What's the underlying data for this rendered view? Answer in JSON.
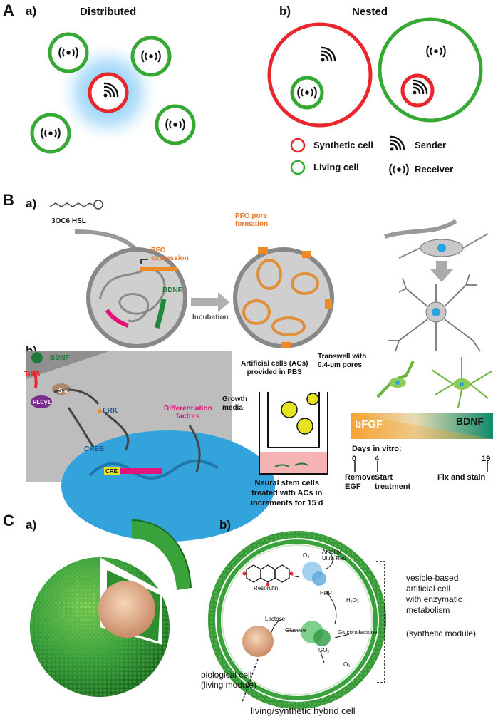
{
  "panel_a": {
    "letter": "A",
    "sub_a": "a)",
    "sub_a_title": "Distributed",
    "sub_b": "b)",
    "sub_b_title": "Nested",
    "legend": {
      "synthetic": "Synthetic cell",
      "living": "Living cell",
      "sender": "Sender",
      "receiver": "Receiver"
    },
    "colors": {
      "synthetic": "#e8262b",
      "living": "#36a935",
      "glow": "#6ec6f5"
    }
  },
  "panel_b": {
    "letter": "B",
    "sub_a": "a)",
    "hsl_label": "3OC6 HSL",
    "pfo_expression": "PFO\nexpression",
    "bdnf": "BDNF",
    "incubation": "Incubation",
    "pfo_pore": "PFO pore\nformation",
    "sub_b": "b)",
    "signal": {
      "bdnf": "BDNF",
      "trkb": "TrkB",
      "shc": "Shc",
      "plcy1": "PLCγ1",
      "erk": "ERK",
      "creb": "CREB",
      "cre": "CRE",
      "diff_factors": "Differentiation\nfactors"
    },
    "transwell": {
      "acs": "Artificial cells (ACs)\nprovided in PBS",
      "pores": "Transwell with\n0.4-µm pores",
      "growth": "Growth\nmedia",
      "caption": "Neural stem cells\ntreated with ACs in\nincrements for 15 d"
    },
    "timeline": {
      "bfgf": "bFGF",
      "bdnf": "BDNF",
      "days": "Days in vitro:",
      "ticks": [
        {
          "day": "0",
          "label": "Remove\nEGF"
        },
        {
          "day": "4",
          "label": "Start\ntreatment"
        },
        {
          "day": "19",
          "label": "Fix and stain"
        }
      ]
    }
  },
  "panel_c": {
    "letter": "C",
    "sub_a": "a)",
    "sub_b": "b)",
    "o2_top": "O₂",
    "amplex": "Amplex\nUltra Red",
    "resorufin": "Resorufin",
    "hrp": "HRP",
    "h2o2": "H₂O₂",
    "lactose": "Lactose",
    "glucose": "Glucose",
    "gluconolactone": "Gluconolactone",
    "gox": "GOₓ",
    "o2_bottom": "O₂",
    "vesicle_desc": "vesicle-based\nartificial cell\nwith enzymatic\nmetabolism",
    "synthetic_module": "(synthetic module)",
    "bio_cell": "biological cell\n(living module)",
    "caption": "living/synthetic hybrid cell",
    "colors": {
      "membrane": "#3aa23a",
      "cell": "#f2c49a"
    }
  }
}
